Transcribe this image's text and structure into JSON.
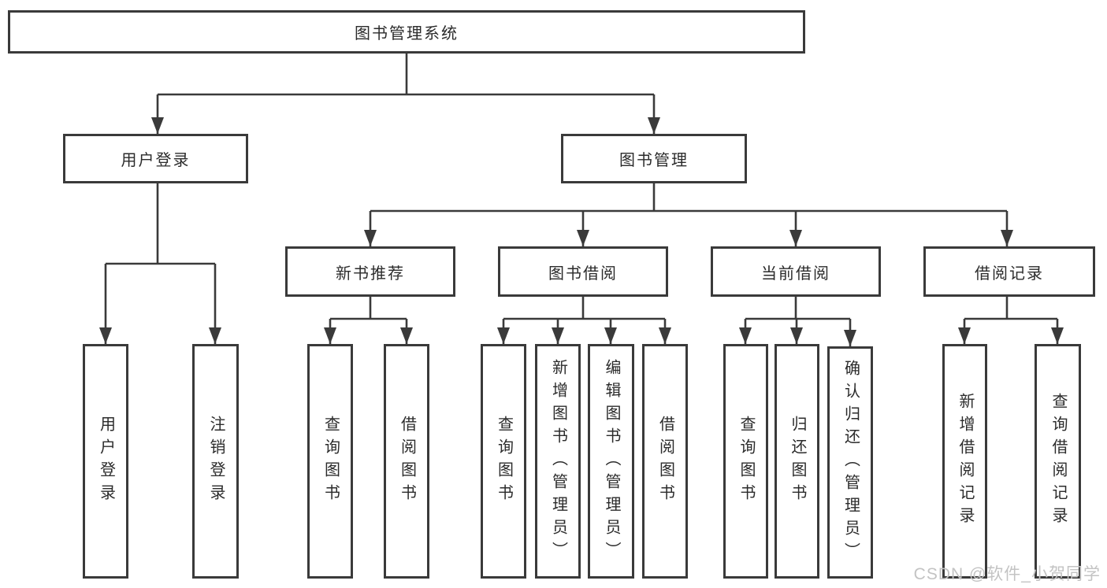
{
  "tree": {
    "root": {
      "label": "图书管理系统",
      "children": [
        {
          "label": "用户登录",
          "children": [
            {
              "label": "用户登录"
            },
            {
              "label": "注销登录"
            }
          ]
        },
        {
          "label": "图书管理",
          "children": [
            {
              "label": "新书推荐",
              "children": [
                {
                  "label": "查询图书"
                },
                {
                  "label": "借阅图书"
                }
              ]
            },
            {
              "label": "图书借阅",
              "children": [
                {
                  "label": "查询图书"
                },
                {
                  "label": "新增图书（管理员）"
                },
                {
                  "label": "编辑图书（管理员）"
                },
                {
                  "label": "借阅图书"
                }
              ]
            },
            {
              "label": "当前借阅",
              "children": [
                {
                  "label": "查询图书"
                },
                {
                  "label": "归还图书"
                },
                {
                  "label": "确认归还（管理员）"
                }
              ]
            },
            {
              "label": "借阅记录",
              "children": [
                {
                  "label": "新增借阅记录"
                },
                {
                  "label": "查询借阅记录"
                }
              ]
            }
          ]
        }
      ]
    }
  },
  "watermark": "CSDN @软件_小贺同学",
  "colors": {
    "line": "#3a3a3a",
    "box_border": "#3a3a3a",
    "text": "#2b2b2b",
    "watermark": "#c3c3c3",
    "background": "#ffffff"
  }
}
